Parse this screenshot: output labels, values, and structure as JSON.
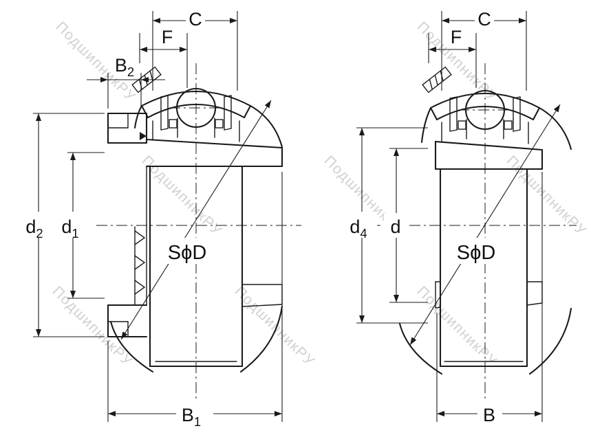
{
  "drawing": {
    "watermark_text": "ПодшипникРУ",
    "left_view": {
      "dim_c": "C",
      "dim_f": "F",
      "dim_b2_base": "B",
      "dim_b2_sub": "2",
      "dim_d2_base": "d",
      "dim_d2_sub": "2",
      "dim_d1_base": "d",
      "dim_d1_sub": "1",
      "dim_b1_base": "B",
      "dim_b1_sub": "1",
      "dim_sphere": "SϕD"
    },
    "right_view": {
      "dim_c": "C",
      "dim_f": "F",
      "dim_d4_base": "d",
      "dim_d4_sub": "4",
      "dim_d": "d",
      "dim_b": "B",
      "dim_sphere": "SϕD"
    }
  },
  "colors": {
    "line": "#1a1a1a",
    "watermark": "#c9c9c9"
  }
}
